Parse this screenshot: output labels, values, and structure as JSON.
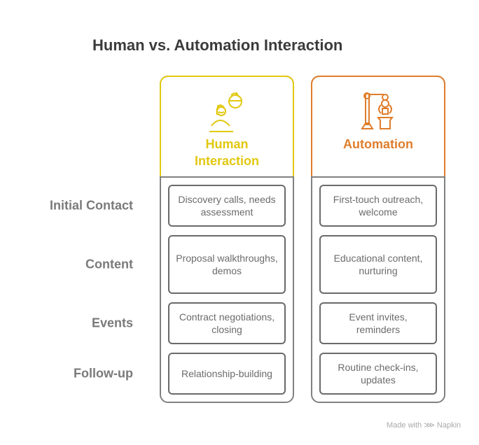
{
  "title": "Human vs. Automation Interaction",
  "columns": [
    {
      "label": "Human Interaction",
      "label_lines": [
        "Human",
        "Interaction"
      ],
      "color": "#e2c810",
      "icon": "person-with-rotating-globe-icon",
      "cells": [
        "Discovery calls, needs assessment",
        "Proposal walkthroughs, demos",
        "Contract negotiations, closing",
        "Relationship-building"
      ]
    },
    {
      "label": "Automation",
      "label_lines": [
        "Automation"
      ],
      "color": "#e07d2c",
      "icon": "robotic-arm-icon",
      "cells": [
        "First-touch outreach, welcome",
        "Educational content, nurturing",
        "Event invites, reminders",
        "Routine check-ins, updates"
      ]
    }
  ],
  "rows": [
    "Initial Contact",
    "Content",
    "Events",
    "Follow-up"
  ],
  "footer": "Made with ⋙ Napkin"
}
